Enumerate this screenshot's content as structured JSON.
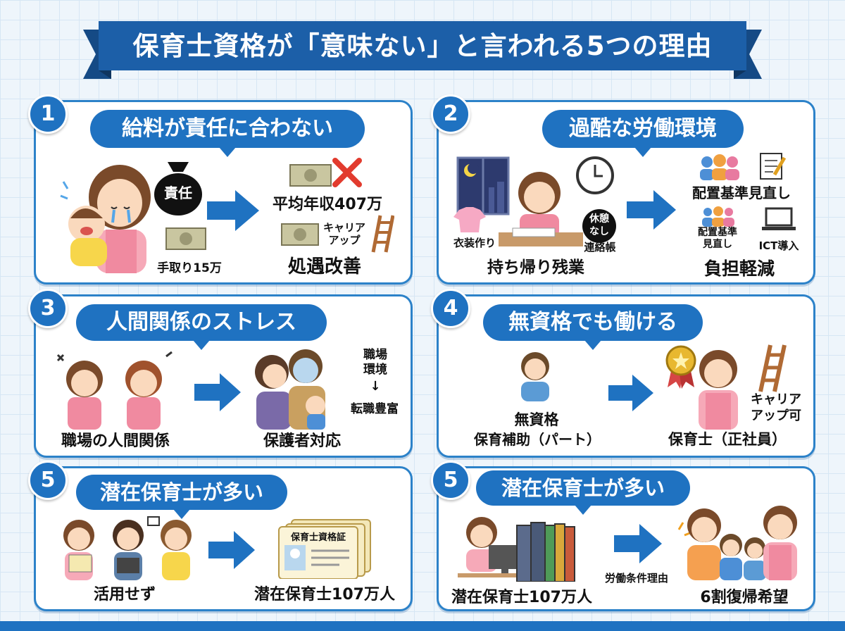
{
  "title": "保育士資格が「意味ない」と言われる5つの理由",
  "colors": {
    "primary": "#1f72c1",
    "banner": "#1c5fa8",
    "card_border": "#2c82c9",
    "accent_red": "#e23b2e",
    "apron": "#f08aa0"
  },
  "cards": [
    {
      "number": "1",
      "heading": "給料が責任に合わない",
      "labels": {
        "bag": "責任",
        "take_home": "手取り15万",
        "income": "平均年収407万",
        "career": "キャリア\nアップ",
        "result": "処遇改善"
      },
      "icons": [
        "crying-caregiver-icon",
        "money-bag-icon",
        "banknote-icon",
        "red-cross-icon",
        "ladder-icon",
        "right-arrow-icon"
      ]
    },
    {
      "number": "2",
      "heading": "過酷な労働環境",
      "labels": {
        "costume": "衣装作り",
        "overtime": "持ち帰り残業",
        "no_break": "休憩\nなし",
        "notebook": "連絡帳",
        "staffing": "配置基準見直し",
        "staffing_small": "配置基準\n見直し",
        "ict": "ICT導入",
        "result": "負担軽減"
      },
      "icons": [
        "night-window-icon",
        "clock-icon",
        "costume-icon",
        "people-group-icon",
        "notepad-icon",
        "laptop-icon"
      ]
    },
    {
      "number": "3",
      "heading": "人間関係のストレス",
      "labels": {
        "relations": "職場の人間関係",
        "parents": "保護者対応",
        "workplace": "職場\n環境",
        "down_arrow": "↓",
        "jobs": "転職豊富"
      },
      "icons": [
        "arguing-staff-icon",
        "parent-caregiver-icon",
        "right-arrow-icon"
      ]
    },
    {
      "number": "4",
      "heading": "無資格でも働ける",
      "labels": {
        "unqualified_line1": "無資格",
        "unqualified_line2": "保育補助（パート）",
        "career": "キャリア\nアップ可",
        "qualified": "保育士（正社員）"
      },
      "icons": [
        "worker-icon",
        "award-medal-icon",
        "ladder-icon",
        "caregiver-icon"
      ]
    },
    {
      "number": "5",
      "heading": "潜在保育士が多い",
      "labels": {
        "unused": "活用せず",
        "license": "保育士資格証",
        "result": "潜在保育士107万人"
      },
      "icons": [
        "worried-people-icon",
        "license-cards-icon",
        "right-arrow-icon"
      ]
    },
    {
      "number": "5",
      "heading": "潜在保育士が多い",
      "labels": {
        "latent": "潜在保育士107万人",
        "reason": "労働条件理由",
        "result": "6割復帰希望"
      },
      "icons": [
        "desk-worker-icon",
        "binders-icon",
        "happy-group-icon",
        "right-arrow-icon"
      ]
    }
  ]
}
